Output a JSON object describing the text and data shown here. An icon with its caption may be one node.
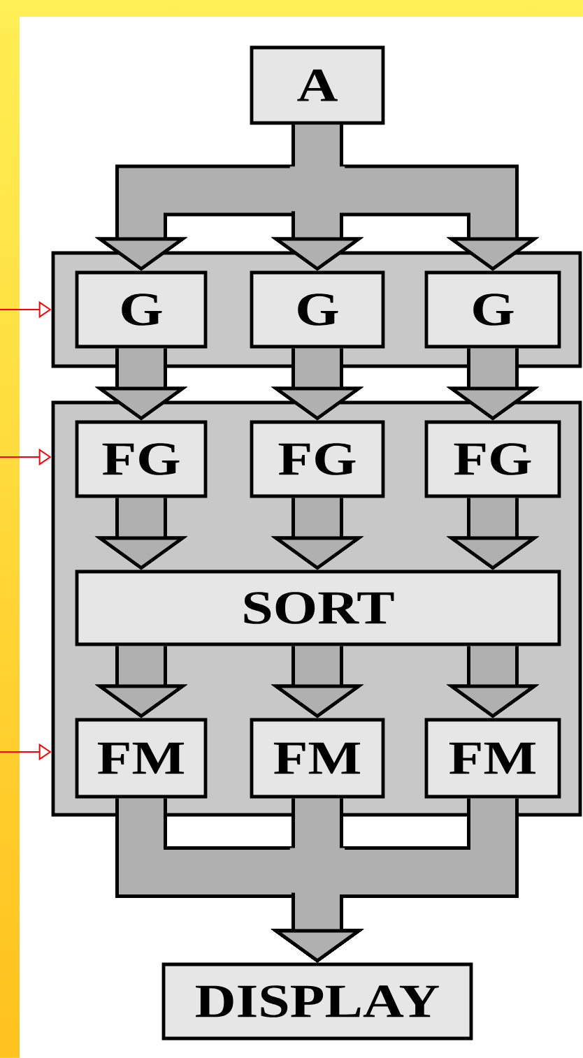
{
  "diagram": {
    "nodes": [
      {
        "text": [
          "A"
        ]
      },
      {
        "text": [],
        "shape": "box"
      },
      {
        "text": [
          "G"
        ],
        "in": 1
      },
      {
        "text": [
          "G"
        ],
        "in": 1
      },
      {
        "text": [
          "G"
        ],
        "in": 1
      },
      {
        "text": [],
        "shape": "box"
      },
      {
        "text": [
          "FG"
        ],
        "in": 5
      },
      {
        "text": [
          "FG"
        ],
        "in": 5
      },
      {
        "text": [
          "FG"
        ],
        "in": 5
      },
      {
        "text": [
          "SORT"
        ],
        "in": 5
      },
      {
        "text": [
          "FM"
        ],
        "in": 5
      },
      {
        "text": [
          "FM"
        ],
        "in": 5
      },
      {
        "text": [
          "FM"
        ],
        "in": 5
      },
      {
        "text": [
          "DISPLAY"
        ]
      }
    ],
    "edges": [
      {
        "from": 0,
        "to": 2,
        "arrow": "to"
      },
      {
        "from": 0,
        "to": 3,
        "arrow": "to"
      },
      {
        "from": 0,
        "to": 4,
        "arrow": "to"
      },
      {
        "from": 2,
        "to": 6,
        "arrow": "to"
      },
      {
        "from": 3,
        "to": 7,
        "arrow": "to"
      },
      {
        "from": 4,
        "to": 8,
        "arrow": "to"
      },
      {
        "from": 6,
        "to": 9,
        "arrow": "to"
      },
      {
        "from": 7,
        "to": 9,
        "arrow": "to"
      },
      {
        "from": 8,
        "to": 9,
        "arrow": "to"
      },
      {
        "from": 9,
        "to": 10,
        "arrow": "to"
      },
      {
        "from": 9,
        "to": 11,
        "arrow": "to"
      },
      {
        "from": 9,
        "to": 12,
        "arrow": "to"
      },
      {
        "from": 10,
        "to": 13,
        "arrow": "to"
      },
      {
        "from": 11,
        "to": 13,
        "arrow": "to"
      },
      {
        "from": 12,
        "to": 13,
        "arrow": "to"
      },
      {
        "from": null,
        "to": 1,
        "arrow": "to",
        "color": "#ff0000"
      },
      {
        "from": null,
        "to": 5,
        "arrow": "to",
        "color": "#ff0000"
      },
      {
        "from": null,
        "to": 5,
        "arrow": "to",
        "color": "#ff0000"
      }
    ]
  }
}
